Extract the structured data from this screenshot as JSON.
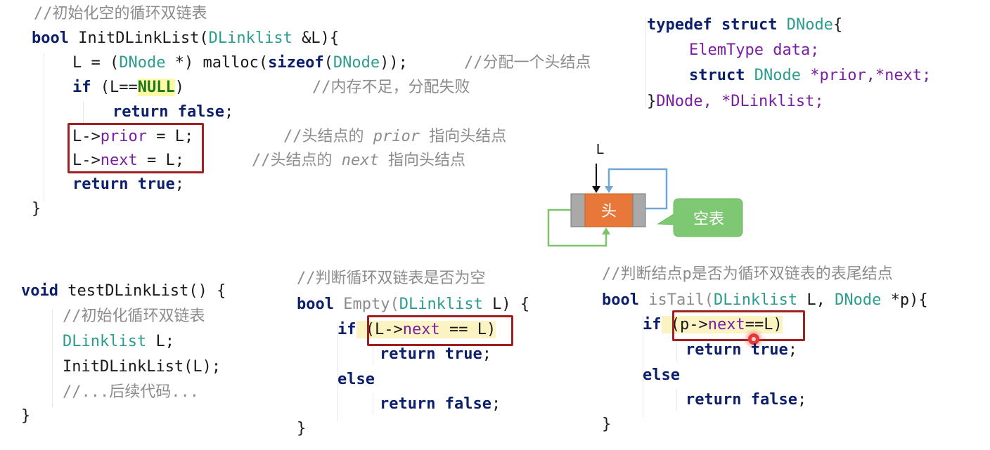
{
  "init_func": {
    "comment": "//初始化空的循环双链表",
    "sig_kw": "bool",
    "sig_name": " InitDLinkList(",
    "sig_param_type": "DLinklist",
    "sig_param": " &L){",
    "malloc_pre": "L = (",
    "malloc_type": "DNode",
    "malloc_mid": " *) malloc(",
    "malloc_sizeof": "sizeof",
    "malloc_arg_open": "(",
    "malloc_arg": "DNode",
    "malloc_end": "));",
    "malloc_comment": "//分配一个头结点",
    "if_kw": "if",
    "if_pre": " (L==",
    "if_null": "NULL",
    "if_post": ")",
    "if_comment": "//内存不足，分配失败",
    "return_kw": "return",
    "false_kw": "false",
    "semi": ";",
    "prior_pre": "L->",
    "prior_member": "prior",
    "prior_post": " = L;",
    "prior_comment_pre": "//头结点的 ",
    "prior_comment_em": "prior",
    "prior_comment_post": " 指向头结点",
    "next_pre": "L->",
    "next_member": "next",
    "next_post": " = L;",
    "next_comment_pre": "//头结点的 ",
    "next_comment_em": "next",
    "next_comment_post": " 指向头结点",
    "ret_true_kw": "return",
    "true_kw": "true",
    "close": "}"
  },
  "struct_def": {
    "typedef_kw": "typedef",
    "struct_kw": "struct",
    "name": "DNode",
    "open": "{",
    "data_line": "ElemType data;",
    "member_struct_kw": "struct",
    "member_type": "DNode",
    "member_rest": " *prior,*next;",
    "close_brace": "}",
    "close_names": "DNode, *DLinklist;"
  },
  "diagram": {
    "pointer_label": "L",
    "head_label": "头",
    "callout": "空表",
    "colors": {
      "head_fill": "#e8783a",
      "side_fill": "#a9a9a9",
      "prior_arrow": "#6ea8d8",
      "next_arrow": "#7dc36b",
      "callout_fill": "#7ec873"
    }
  },
  "test_func": {
    "sig_kw": "void",
    "sig_rest": " testDLinkList() {",
    "comment": "//初始化循环双链表",
    "decl_type": "DLinklist",
    "decl_rest": " L;",
    "call": "InitDLinkList(L);",
    "comment2": "//...后续代码...",
    "close": "}"
  },
  "empty_func": {
    "comment": "//判断循环双链表是否为空",
    "sig_kw": "bool",
    "sig_name": " Empty(",
    "sig_type": "DLinklist",
    "sig_rest": " L) {",
    "if_kw": "if",
    "cond_open": " (L->",
    "cond_member": "next",
    "cond_close": " == L)",
    "return_kw": "return",
    "true_kw": "true",
    "else_kw": "else",
    "false_kw": "false",
    "semi": ";",
    "close": "}"
  },
  "istail_func": {
    "comment": "//判断结点p是否为循环双链表的表尾结点",
    "sig_kw": "bool",
    "sig_name": " isTail(",
    "sig_type1": "DLinklist",
    "sig_mid": " L, ",
    "sig_type2": "DNode",
    "sig_rest": " *p){",
    "if_kw": "if",
    "cond_open": " (p->",
    "cond_member": "next",
    "cond_close": "==L)",
    "return_kw": "return",
    "true_kw": "true",
    "else_kw": "else",
    "false_kw": "false",
    "semi": ";",
    "close": "}"
  }
}
